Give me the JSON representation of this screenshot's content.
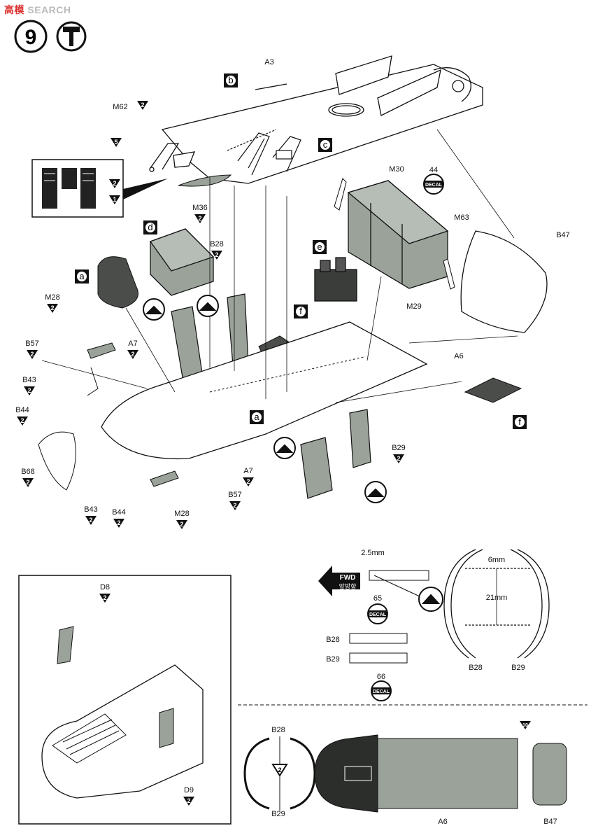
{
  "watermark": {
    "prefix": "高",
    "mid": "模",
    "text": "SEARCH"
  },
  "step": {
    "number": "9"
  },
  "callouts": {
    "a": "a",
    "b": "b",
    "c": "c",
    "d": "d",
    "e": "e",
    "f": "f"
  },
  "parts": {
    "A3": "A3",
    "A6": "A6",
    "A7": "A7",
    "M62": "M62",
    "M36": "M36",
    "M30": "M30",
    "M63": "M63",
    "M29": "M29",
    "M28": "M28",
    "B28": "B28",
    "B29": "B29",
    "B47": "B47",
    "B57": "B57",
    "B43": "B43",
    "B44": "B44",
    "B68": "B68",
    "D8": "D8",
    "D9": "D9"
  },
  "quantities": {
    "one": "1",
    "two": "2",
    "five": "5",
    "ten": "10"
  },
  "decals": {
    "label": "DECAL",
    "n44": "44",
    "n65": "65",
    "n66": "66"
  },
  "fwd": {
    "en": "FWD",
    "kr": "앞방향"
  },
  "dims": {
    "d1": "2.5mm",
    "d2": "6mm",
    "d3": "21mm"
  },
  "colors": {
    "primer": "#9aa29a",
    "dark": "#3a3d3a",
    "ink": "#111111"
  },
  "icons": [
    "step-number-icon",
    "hammer-icon",
    "paint-icon",
    "decal-icon",
    "fwd-arrow-icon"
  ]
}
